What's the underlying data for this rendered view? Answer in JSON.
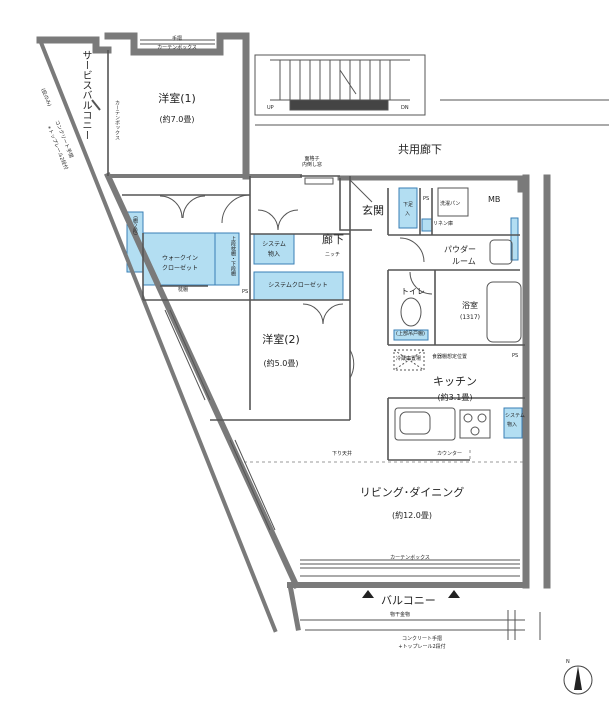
{
  "colors": {
    "wall": "#7a7a7a",
    "storage": "#b3def2",
    "storage_stroke": "#3a7fb5",
    "line": "#555555",
    "background": "#ffffff"
  },
  "rooms": {
    "western1_name": "洋室(1)",
    "western1_area": "(約7.0畳)",
    "western2_name": "洋室(2)",
    "western2_area": "(約5.0畳)",
    "ldk_name": "リビング･ダイニング",
    "ldk_area": "(約12.0畳)",
    "kitchen_name": "キッチン",
    "kitchen_area": "(約3.1畳)",
    "entrance": "玄関",
    "hallway": "廊下",
    "toilet": "トイレ",
    "bath_name": "浴室",
    "bath_size": "(1317)",
    "powder_name": "パウダー",
    "powder_sub": "ルーム",
    "common_corridor": "共用廊下",
    "balcony": "バルコニー",
    "service_balcony": "サービスバルコニー",
    "mb": "MB"
  },
  "storage": {
    "walkin_line1": "ウォークイン",
    "walkin_line2": "クローゼット",
    "system_storage_line1": "システム",
    "system_storage_line2": "物入",
    "system_closet": "システムクローゼット",
    "shoe_box_line1": "下足",
    "shoe_box_line2": "入",
    "kitchen_storage_line1": "システム",
    "kitchen_storage_line2": "物入",
    "linen": "リネン庫",
    "upper_shelf": "上段枕棚・下段棚",
    "pillow_shelf": "枕棚",
    "dan2": "(棚２段)",
    "washer_pan": "洗濯パン",
    "toilet_cabinet": "(上部吊戸棚)"
  },
  "notes": {
    "curtain_box": "カーテンボックス",
    "handrail": "手摺",
    "lattice": "面格子\n内倒し窓",
    "niche": "ニッチ",
    "lowered_ceiling": "下り天井",
    "counter": "カウンター",
    "dish_dryer": "食器棚想定位置",
    "fridge": "冷蔵庫置場",
    "hanger": "物干金物",
    "concrete_rail_1": "コンクリート手摺",
    "concrete_rail_2": "+トップレール2段付",
    "side_note_1": "コンクリート手摺",
    "side_note_2": "+トップレール2段付",
    "side_small": "(庇のみ)",
    "ps": "PS",
    "up": "UP",
    "dn": "DN",
    "north": "N"
  }
}
